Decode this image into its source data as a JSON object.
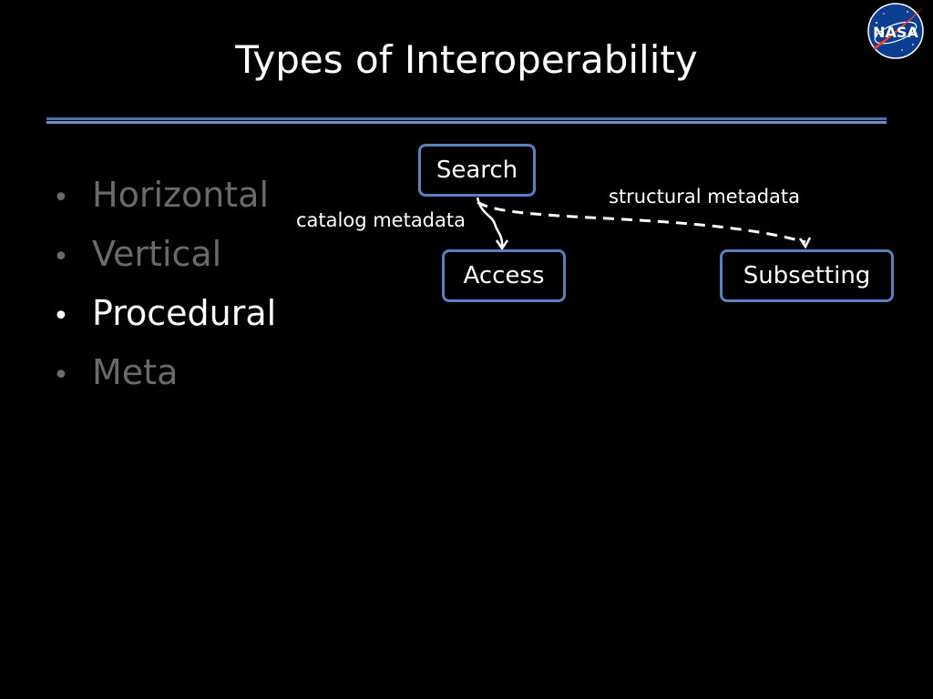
{
  "slide": {
    "title": "Types of Interoperability",
    "logo_text": "NASA"
  },
  "bullets": [
    {
      "text": "Horizontal",
      "state": "dim"
    },
    {
      "text": "Vertical",
      "state": "dim"
    },
    {
      "text": "Procedural",
      "state": "active"
    },
    {
      "text": "Meta",
      "state": "dim"
    }
  ],
  "diagram": {
    "nodes": {
      "search": "Search",
      "access": "Access",
      "subsetting": "Subsetting"
    },
    "edges": {
      "catalog": "catalog metadata",
      "structural": "structural metadata"
    }
  },
  "colors": {
    "background": "#000000",
    "node_border": "#5b7fbf",
    "divider": "#5a7cb8",
    "dim_text": "#6a6a6a",
    "nasa_blue": "#0b3d91",
    "nasa_red": "#fc3d21"
  }
}
